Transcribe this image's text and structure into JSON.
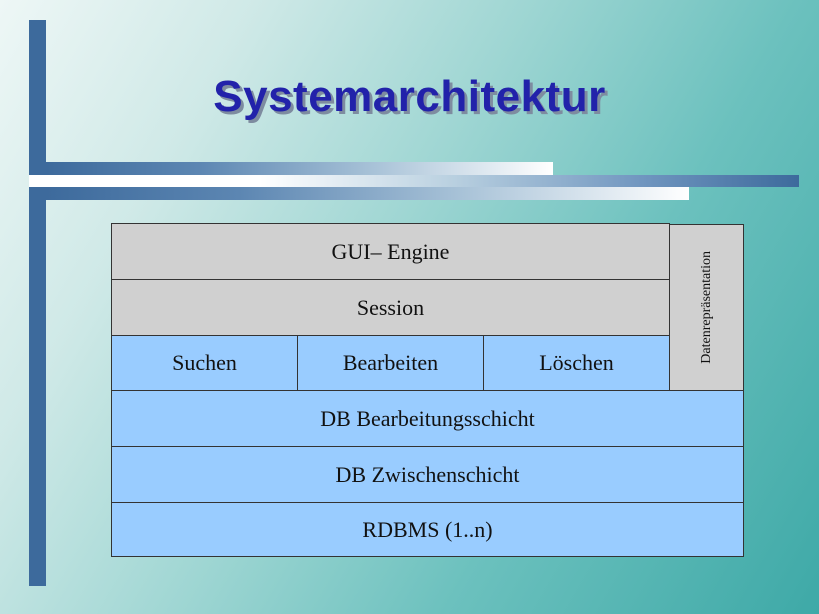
{
  "slide": {
    "title": "Systemarchitektur"
  },
  "diagram": {
    "gui_engine": "GUI– Engine",
    "session": "Session",
    "suchen": "Suchen",
    "bearbeiten": "Bearbeiten",
    "loeschen": "Löschen",
    "db_bearbeitungsschicht": "DB Bearbeitungsschicht",
    "db_zwischenschicht": "DB Zwischenschicht",
    "rdbms": "RDBMS (1..n)",
    "datenrepraesentation": "Datenrepräsentation"
  },
  "colors": {
    "grey_layer": "#d0d0d0",
    "blue_layer": "#99ccff",
    "accent_bar": "#3d6a9c",
    "title": "#2222aa"
  }
}
